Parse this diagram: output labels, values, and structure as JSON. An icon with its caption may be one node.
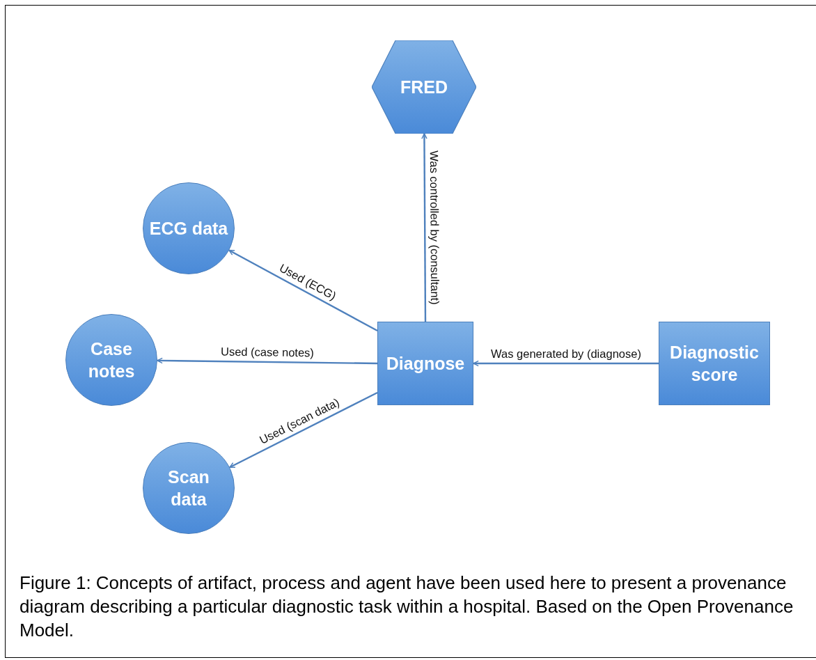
{
  "diagram": {
    "caption": "Figure 1: Concepts of artifact, process and agent have been used here to present a provenance diagram describing a particular diagnostic task within a hospital. Based on the Open Provenance Model.",
    "nodes": [
      {
        "text": [
          "FRED"
        ]
      },
      {
        "text": [
          "ECG data"
        ]
      },
      {
        "text": [
          "Case notes"
        ]
      },
      {
        "text": [
          "Diagnose"
        ]
      },
      {
        "text": [
          "Diagnostic score"
        ]
      },
      {
        "text": [
          "Scan data"
        ]
      }
    ],
    "edges": [
      {
        "from": 3,
        "to": 0,
        "arrow": "to",
        "label": "Was controlled by (consultant)"
      },
      {
        "from": 3,
        "to": 1,
        "arrow": "to",
        "label": "Used (ECG)"
      },
      {
        "from": 3,
        "to": 2,
        "arrow": "to",
        "label": "Used (case notes)"
      },
      {
        "from": 4,
        "to": 3,
        "arrow": "to",
        "label": "Was generated by (diagnose)"
      },
      {
        "from": 3,
        "to": 5,
        "arrow": "to",
        "label": "Used (scan data)"
      }
    ]
  }
}
